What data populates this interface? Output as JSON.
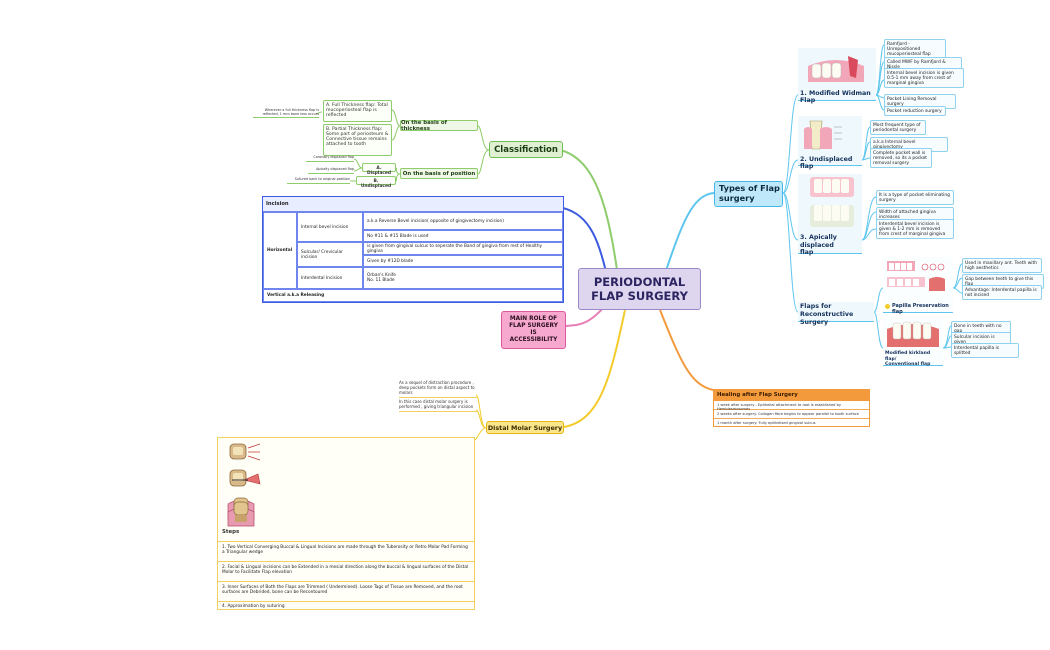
{
  "central": {
    "title": "PERIODONTAL\nFLAP SURGERY"
  },
  "classification": {
    "label": "Classification",
    "thickness": {
      "label": "On the basis of thickness",
      "full": "A. Full Thickness flap: Total mucoperiosteal flap is reflected",
      "full_note": "Wherever a full thickness flap is reflected, 1 mm bone loss occurs",
      "partial": "B. Partial Thickness flap: Some part of periosteum & Connective tissue remains attached to tooth"
    },
    "position": {
      "label": "On the basis of position",
      "displaced": "A. Displaced",
      "undisplaced": "B. Undisplaced",
      "coronal": "Coronally displaced flap",
      "apical": "Apically displaced flap",
      "sutured": "Sutured back to original position"
    }
  },
  "incision": {
    "header": "Incision",
    "horizontal": "Horizontal",
    "rows": [
      {
        "name": "Internal bevel incision",
        "details": [
          "a.k.a Reverse Bevel incision( opposite of gingivectomy incision)",
          "No #11 & #15 Blade is used"
        ]
      },
      {
        "name": "Sulcular/ Crevicular incision",
        "details": [
          "is given from gingival sulcus to seperate the Band of gingiva from rest of Healthy gingiva",
          "Given by #12D blade"
        ]
      },
      {
        "name": "Interdental Incision",
        "details": [
          "Orban's Knife\nNo. 11 Blade"
        ]
      }
    ],
    "vertical": "Vertical a.k.a Releasing"
  },
  "main_role": {
    "label": "MAIN ROLE OF\nFLAP SURGERY\nIS\nACCESSIBILITY"
  },
  "distal": {
    "label": "Distal Molar Surgery",
    "note1": "As a sequel of distraction procedure , deep pockets form on distal aspect to molars",
    "note2": "In this case distal molar surgery is performed , giving triangular incision",
    "steps_header": "Steps",
    "steps": [
      "1. Two Vertical Converging Buccal & Lingual Incisions are made through the Tuberosity or Retro Molar Pad Forming a Triangular wedge",
      "2. Facial & Lingual incisions can be Extended in a mesial direction along the buccal & lingual surfaces of the Distal Molar to Facilitate Flap elevation",
      "3. Inner Surfaces of Both the Flaps are Trimmed ( Undermined). Loose Tags of Tissue are Removed, and the root surfaces are Debrided, bone can be Recontoured",
      "4. Approximation by suturing"
    ]
  },
  "types": {
    "label": "Types of Flap\nsurgery",
    "mwf": {
      "title": "1. Modified Widman Flap",
      "notes": [
        "Ramfjord - Unrepositioned mucoperiosteal flap",
        "Called MWF by Ramfjord & Nissle",
        "Internal bevel incision is given 0.5-1 mm away from crest of marginal gingiva",
        "Pocket Lining Removal surgery",
        "Pocket reduction surgery"
      ]
    },
    "undisplaced": {
      "title": "2. Undisplaced flap",
      "notes": [
        "Most frequent type of periodontal surgery",
        "a.k.a Internal bevel gingivectomy",
        "Complete pocket wall is removed, so its a pocket removal surgery"
      ]
    },
    "apical": {
      "title": "3. Apically displaced\nflap",
      "notes": [
        "It is a type of pocket eliminating surgery",
        "Width of attached gingiva increases",
        "Interdental bevel incision is given & 1-2 mm is removed from crest of marginal gingiva"
      ]
    },
    "reconstructive": {
      "title": "Flaps for\nReconstructive Surgery",
      "papilla": {
        "title": "Papilla Preservation flap",
        "notes": [
          "Used in maxillary ant. Teeth with high aesthetics",
          "Gap between teeth to give this flap",
          "Advantage: Interdental papilla is not incised"
        ]
      },
      "kirkland": {
        "title": "Modified kirkland flap/\nConventional flap",
        "notes": [
          "Done in teeth with no gap",
          "Sulcular incision is given",
          "Interdental papilla is splitted"
        ]
      }
    }
  },
  "healing": {
    "header": "Healing after Flap Surgery",
    "rows": [
      "1 week after surgery - Epithelial attachment to root is established by Hemidesmosomes",
      "2 weeks after surgery. Collagen fibre begins to appear parallel to tooth surface",
      "1 month after surgery: Fully epithelised gingival sulcus"
    ]
  },
  "colors": {
    "classification": "#8fcc6b",
    "incision": "#3d5be0",
    "main_role": "#e77fb4",
    "distal": "#f3cc2c",
    "types": "#5ec6ee",
    "healing": "#f39a3d"
  }
}
